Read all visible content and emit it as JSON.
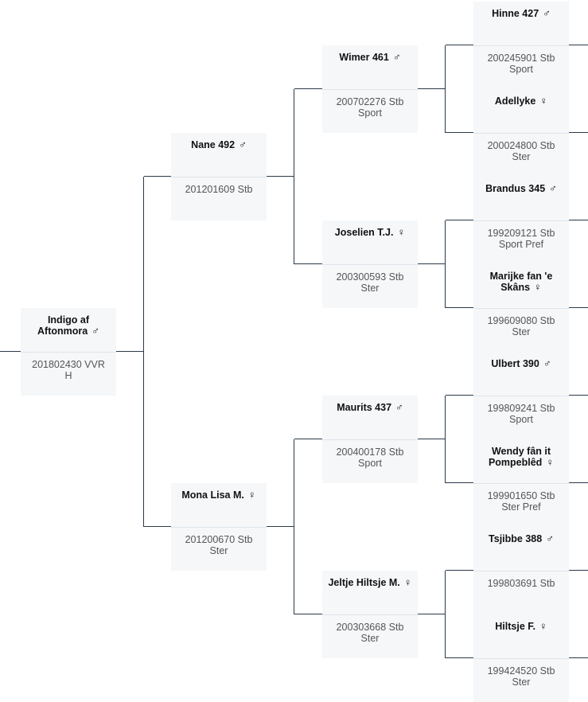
{
  "horses": [
    {
      "name": "Indigo af Aftonmora",
      "sex": "♂",
      "reg": "201802430 VVR",
      "book": "H"
    },
    {
      "name": "Nane 492",
      "sex": "♂",
      "reg": "201201609 Stb",
      "book": ""
    },
    {
      "name": "Mona Lisa M.",
      "sex": "♀",
      "reg": "201200670 Stb",
      "book": "Ster"
    },
    {
      "name": "Wimer 461",
      "sex": "♂",
      "reg": "200702276 Stb",
      "book": "Sport"
    },
    {
      "name": "Joselien T.J.",
      "sex": "♀",
      "reg": "200300593 Stb",
      "book": "Ster"
    },
    {
      "name": "Maurits 437",
      "sex": "♂",
      "reg": "200400178 Stb",
      "book": "Sport"
    },
    {
      "name": "Jeltje Hiltsje M.",
      "sex": "♀",
      "reg": "200303668 Stb",
      "book": "Ster"
    },
    {
      "name": "Hinne 427",
      "sex": "♂",
      "reg": "200245901 Stb",
      "book": "Sport"
    },
    {
      "name": "Adellyke",
      "sex": "♀",
      "reg": "200024800 Stb",
      "book": "Ster"
    },
    {
      "name": "Brandus 345",
      "sex": "♂",
      "reg": "199209121 Stb",
      "book": "Sport Pref"
    },
    {
      "name": "Marijke fan 'e Skâns",
      "sex": "♀",
      "reg": "199609080 Stb",
      "book": "Ster"
    },
    {
      "name": "Ulbert 390",
      "sex": "♂",
      "reg": "199809241 Stb",
      "book": "Sport"
    },
    {
      "name": "Wendy fân it Pompeblêd",
      "sex": "♀",
      "reg": "199901650 Stb",
      "book": "Ster Pref"
    },
    {
      "name": "Tsjibbe 388",
      "sex": "♂",
      "reg": "199803691 Stb",
      "book": ""
    },
    {
      "name": "Hiltsje F.",
      "sex": "♀",
      "reg": "199424520 Stb",
      "book": "Ster"
    }
  ]
}
